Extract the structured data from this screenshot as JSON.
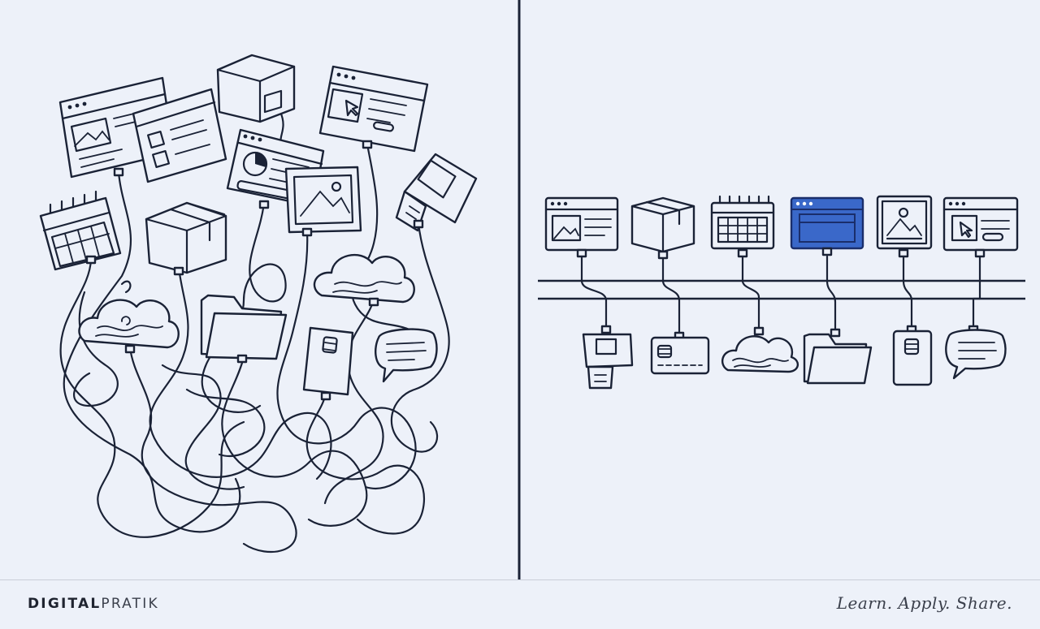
{
  "brand": {
    "part1": "DIGITAL",
    "part2": "PRATIK"
  },
  "tagline": "Learn. Apply. Share.",
  "colors": {
    "background": "#edf1f9",
    "ink": "#1a2236",
    "highlight": "#3a68c9"
  },
  "left_panel_icons": [
    "browser-window-icon",
    "browser-window-icon",
    "box-icon",
    "browser-cursor-icon",
    "calendar-icon",
    "box-icon",
    "dashboard-chart-icon",
    "image-icon",
    "usb-plug-icon",
    "cloud-icon",
    "folder-icon",
    "credit-card-icon",
    "chat-bubble-icon"
  ],
  "right_panel_top_icons": [
    "browser-image-icon",
    "box-icon",
    "calendar-icon",
    "browser-highlighted-icon",
    "image-icon",
    "browser-cursor-icon"
  ],
  "right_panel_bottom_icons": [
    "usb-plug-icon",
    "credit-card-icon",
    "cloud-icon",
    "folder-icon",
    "sim-card-icon",
    "chat-bubble-icon"
  ]
}
